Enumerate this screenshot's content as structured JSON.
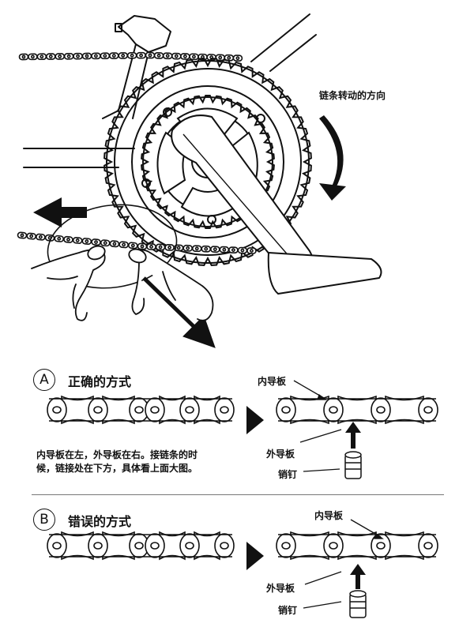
{
  "top": {
    "direction_label": "链条转动的方向"
  },
  "section_a": {
    "badge": "A",
    "title": "正确的方式",
    "note_line1": "内导板在左，外导板在右。接链条的时",
    "note_line2": "候，链接处在下方，具体看上面大图。",
    "inner_plate_label": "内导板",
    "outer_plate_label": "外导板",
    "pin_label": "销钉"
  },
  "section_b": {
    "badge": "B",
    "title": "错误的方式",
    "inner_plate_label": "内导板",
    "outer_plate_label": "外导板",
    "pin_label": "销钉"
  }
}
